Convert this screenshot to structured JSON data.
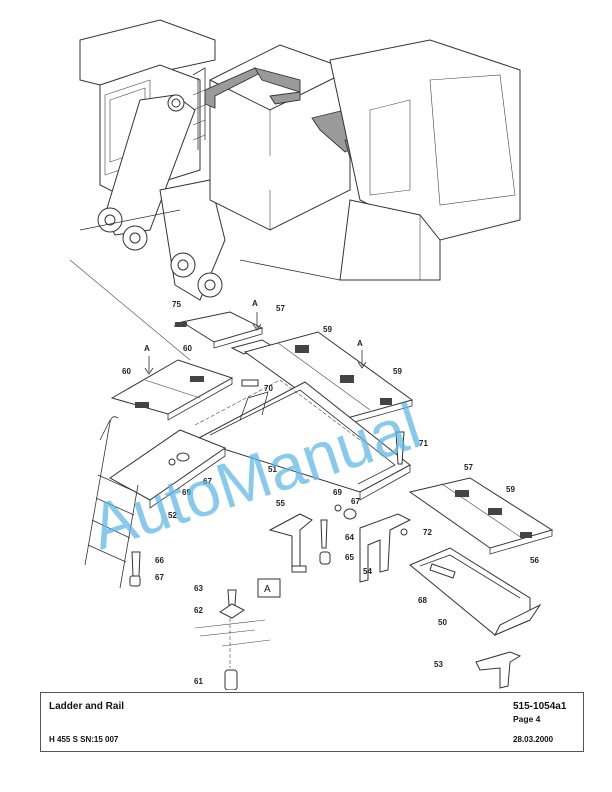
{
  "title_block": {
    "title": "Ladder and Rail",
    "doc_number": "515-1054a1",
    "page": "Page 4",
    "model": "H 455 S SN:15 007",
    "date": "28.03.2000"
  },
  "watermark": "AutoManual",
  "view_markers": {
    "a1": "A",
    "a2": "A",
    "a3": "A",
    "a_box": "A"
  },
  "callouts": {
    "c75": "75",
    "c57a": "57",
    "c59a": "59",
    "c60a": "60",
    "c60b": "60",
    "c59b": "59",
    "c70": "70",
    "c71": "71",
    "c51": "51",
    "c69a": "69",
    "c67a": "67",
    "c52": "52",
    "c69b": "69",
    "c67b": "67",
    "c55": "55",
    "c64": "64",
    "c65": "65",
    "c54": "54",
    "c72": "72",
    "c57b": "57",
    "c59c": "59",
    "c56": "56",
    "c66": "66",
    "c67c": "67",
    "c63": "63",
    "c62": "62",
    "c68": "68",
    "c50": "50",
    "c61": "61",
    "c53": "53"
  }
}
